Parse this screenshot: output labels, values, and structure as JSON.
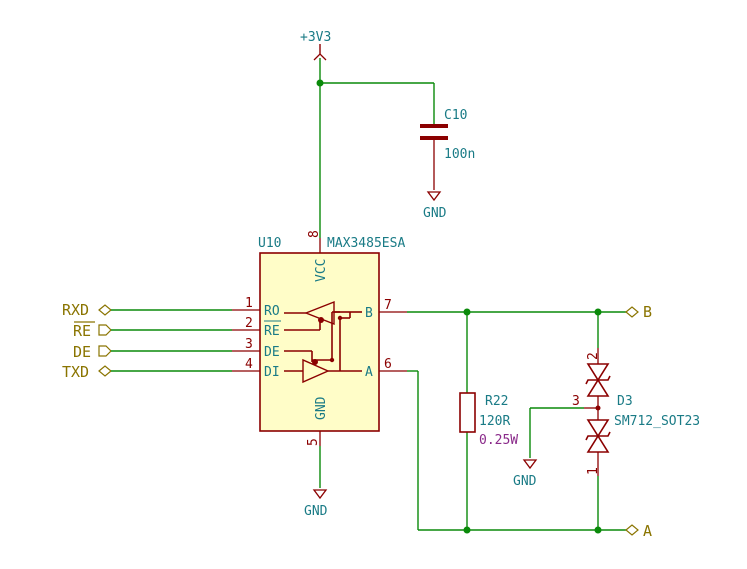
{
  "power": {
    "vcc_label": "+3V3",
    "gnd_label": "GND"
  },
  "u10": {
    "ref": "U10",
    "value": "MAX3485ESA",
    "pins": {
      "ro": {
        "num": "1",
        "name": "RO"
      },
      "re": {
        "num": "2",
        "name": "RE"
      },
      "de": {
        "num": "3",
        "name": "DE"
      },
      "di": {
        "num": "4",
        "name": "DI"
      },
      "gnd": {
        "num": "5",
        "name": "GND"
      },
      "a": {
        "num": "6",
        "name": "A"
      },
      "b": {
        "num": "7",
        "name": "B"
      },
      "vcc": {
        "num": "8",
        "name": "VCC"
      }
    }
  },
  "c10": {
    "ref": "C10",
    "value": "100n"
  },
  "r22": {
    "ref": "R22",
    "value": "120R",
    "rating": "0.25W"
  },
  "d3": {
    "ref": "D3",
    "value": "SM712_SOT23",
    "pins": {
      "p1": "1",
      "p2": "2",
      "p3": "3"
    }
  },
  "nets": {
    "rxd": "RXD",
    "re_bar": "RE",
    "de": "DE",
    "txd": "TXD",
    "b": "B",
    "a": "A"
  },
  "colors": {
    "wire": "#0a8a0a",
    "symbol": "#8b0000",
    "ic_fill": "#fffdc8",
    "ref_text": "#1a7b86",
    "net_label": "#8a7400"
  }
}
